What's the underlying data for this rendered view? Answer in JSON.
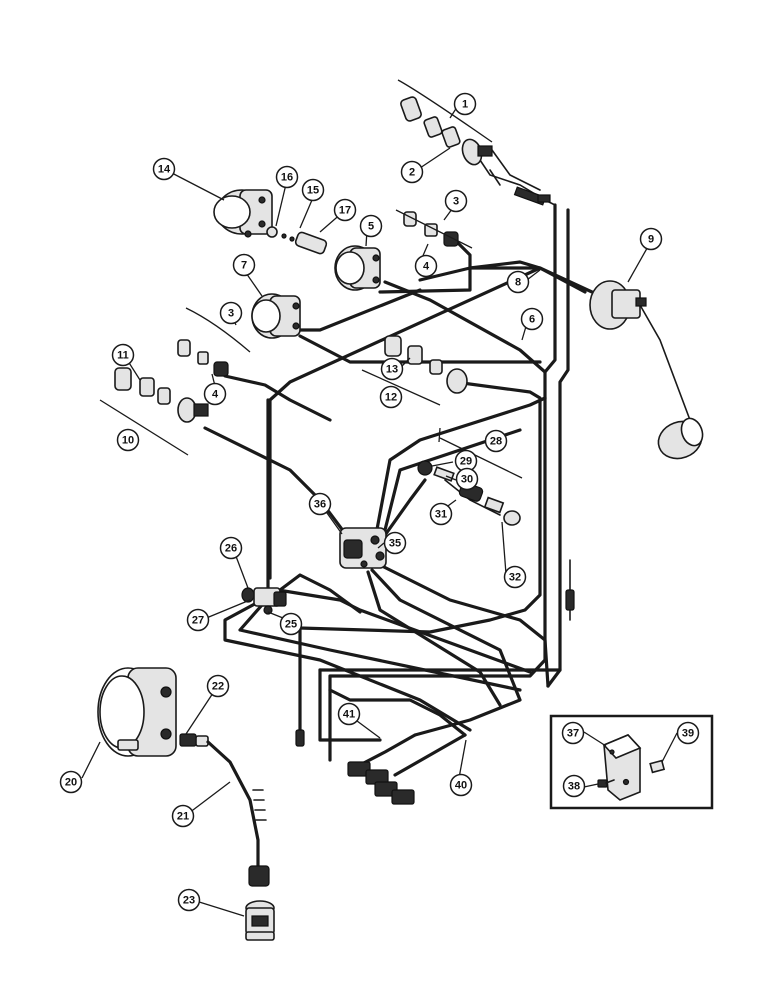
{
  "callouts": [
    {
      "id": "c1",
      "label": "1"
    },
    {
      "id": "c2",
      "label": "2"
    },
    {
      "id": "c3a",
      "label": "3"
    },
    {
      "id": "c3b",
      "label": "3"
    },
    {
      "id": "c4a",
      "label": "4"
    },
    {
      "id": "c4b",
      "label": "4"
    },
    {
      "id": "c5",
      "label": "5"
    },
    {
      "id": "c6",
      "label": "6"
    },
    {
      "id": "c7",
      "label": "7"
    },
    {
      "id": "c8",
      "label": "8"
    },
    {
      "id": "c9",
      "label": "9"
    },
    {
      "id": "c10",
      "label": "10"
    },
    {
      "id": "c11",
      "label": "11"
    },
    {
      "id": "c12",
      "label": "12"
    },
    {
      "id": "c13",
      "label": "13"
    },
    {
      "id": "c14",
      "label": "14"
    },
    {
      "id": "c15",
      "label": "15"
    },
    {
      "id": "c16",
      "label": "16"
    },
    {
      "id": "c17",
      "label": "17"
    },
    {
      "id": "c20",
      "label": "20"
    },
    {
      "id": "c21",
      "label": "21"
    },
    {
      "id": "c22",
      "label": "22"
    },
    {
      "id": "c23",
      "label": "23"
    },
    {
      "id": "c25",
      "label": "25"
    },
    {
      "id": "c26",
      "label": "26"
    },
    {
      "id": "c27",
      "label": "27"
    },
    {
      "id": "c28",
      "label": "28"
    },
    {
      "id": "c29",
      "label": "29"
    },
    {
      "id": "c30",
      "label": "30"
    },
    {
      "id": "c31",
      "label": "31"
    },
    {
      "id": "c32",
      "label": "32"
    },
    {
      "id": "c35",
      "label": "35"
    },
    {
      "id": "c36",
      "label": "36"
    },
    {
      "id": "c37",
      "label": "37"
    },
    {
      "id": "c38",
      "label": "38"
    },
    {
      "id": "c39",
      "label": "39"
    },
    {
      "id": "c40",
      "label": "40"
    },
    {
      "id": "c41",
      "label": "41"
    }
  ]
}
